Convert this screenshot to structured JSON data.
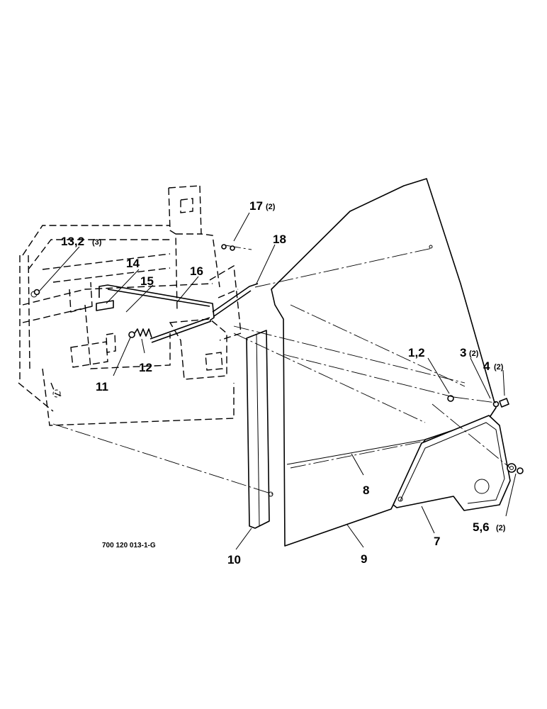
{
  "drawing": {
    "part_number": "700 120 013-1-G"
  },
  "callouts": [
    {
      "id": "c1",
      "label": "13,2",
      "qty": "(3)"
    },
    {
      "id": "c2",
      "label": "17",
      "qty": "(2)"
    },
    {
      "id": "c3",
      "label": "18",
      "qty": ""
    },
    {
      "id": "c4",
      "label": "14",
      "qty": ""
    },
    {
      "id": "c5",
      "label": "16",
      "qty": ""
    },
    {
      "id": "c6",
      "label": "15",
      "qty": ""
    },
    {
      "id": "c7",
      "label": "12",
      "qty": ""
    },
    {
      "id": "c8",
      "label": "11",
      "qty": ""
    },
    {
      "id": "c9",
      "label": "1,2",
      "qty": ""
    },
    {
      "id": "c10",
      "label": "3",
      "qty": "(2)"
    },
    {
      "id": "c11",
      "label": "4",
      "qty": "(2)"
    },
    {
      "id": "c12",
      "label": "8",
      "qty": ""
    },
    {
      "id": "c13",
      "label": "7",
      "qty": ""
    },
    {
      "id": "c14",
      "label": "5,6",
      "qty": "(2)"
    },
    {
      "id": "c15",
      "label": "10",
      "qty": ""
    },
    {
      "id": "c16",
      "label": "9",
      "qty": ""
    }
  ]
}
